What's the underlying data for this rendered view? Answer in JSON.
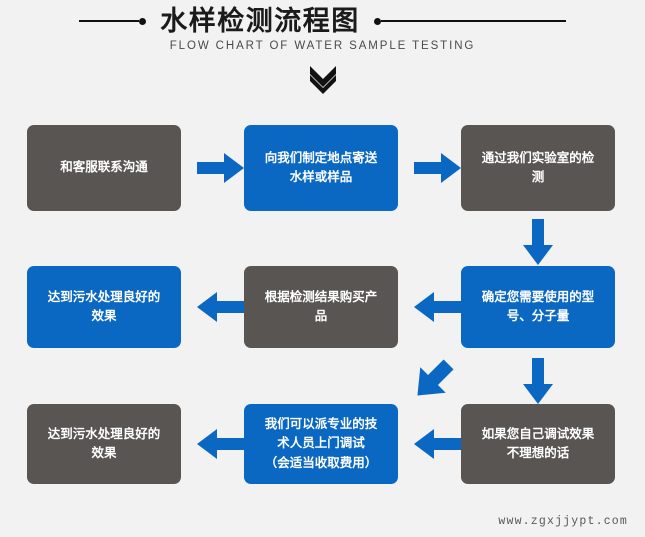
{
  "header": {
    "title": "水样检测流程图",
    "subtitle": "FLOW CHART OF WATER SAMPLE TESTING",
    "chevron_icon": "double-chevron-down-icon"
  },
  "colors": {
    "background": "#f2f2f2",
    "gray_node": "#585553",
    "blue_node": "#0a68c3",
    "arrow_blue": "#0a68c3",
    "rule_black": "#111111",
    "node_text": "#ffffff",
    "watermark_text": "#575757"
  },
  "flow": {
    "nodes": [
      {
        "id": "n1",
        "label": "和客服联系沟通",
        "style": "gray",
        "row": 1,
        "col": 1
      },
      {
        "id": "n2",
        "label": "向我们制定地点寄送\n水样或样品",
        "style": "blue",
        "row": 1,
        "col": 2
      },
      {
        "id": "n3",
        "label": "通过我们实验室的检\n测",
        "style": "gray",
        "row": 1,
        "col": 3
      },
      {
        "id": "n4",
        "label": "达到污水处理良好的\n效果",
        "style": "blue",
        "row": 2,
        "col": 1
      },
      {
        "id": "n5",
        "label": "根据检测结果购买产\n品",
        "style": "gray",
        "row": 2,
        "col": 2
      },
      {
        "id": "n6",
        "label": "确定您需要使用的型\n号、分子量",
        "style": "blue",
        "row": 2,
        "col": 3
      },
      {
        "id": "n7",
        "label": "达到污水处理良好的\n效果",
        "style": "gray",
        "row": 3,
        "col": 1
      },
      {
        "id": "n8",
        "label": "我们可以派专业的技\n术人员上门调试\n（会适当收取费用）",
        "style": "blue",
        "row": 3,
        "col": 2
      },
      {
        "id": "n9",
        "label": "如果您自己调试效果\n不理想的话",
        "style": "gray",
        "row": 3,
        "col": 3
      }
    ],
    "arrows": [
      {
        "id": "a1",
        "icon": "arrow-right-icon",
        "from": "n1",
        "to": "n2",
        "direction": "right"
      },
      {
        "id": "a2",
        "icon": "arrow-right-icon",
        "from": "n2",
        "to": "n3",
        "direction": "right"
      },
      {
        "id": "a3",
        "icon": "arrow-down-icon",
        "from": "n3",
        "to": "n6",
        "direction": "down"
      },
      {
        "id": "a4",
        "icon": "arrow-left-icon",
        "from": "n6",
        "to": "n5",
        "direction": "left"
      },
      {
        "id": "a5",
        "icon": "arrow-left-icon",
        "from": "n5",
        "to": "n4",
        "direction": "left"
      },
      {
        "id": "a6",
        "icon": "arrow-down-left-icon",
        "from": "n6",
        "to": "n8",
        "direction": "down-left"
      },
      {
        "id": "a7",
        "icon": "arrow-down-icon",
        "from": "n6",
        "to": "n9",
        "direction": "down"
      },
      {
        "id": "a8",
        "icon": "arrow-left-icon",
        "from": "n9",
        "to": "n8",
        "direction": "left"
      },
      {
        "id": "a9",
        "icon": "arrow-left-icon",
        "from": "n8",
        "to": "n7",
        "direction": "left"
      }
    ]
  },
  "watermark": {
    "text": "www.zgxjjypt.com"
  }
}
